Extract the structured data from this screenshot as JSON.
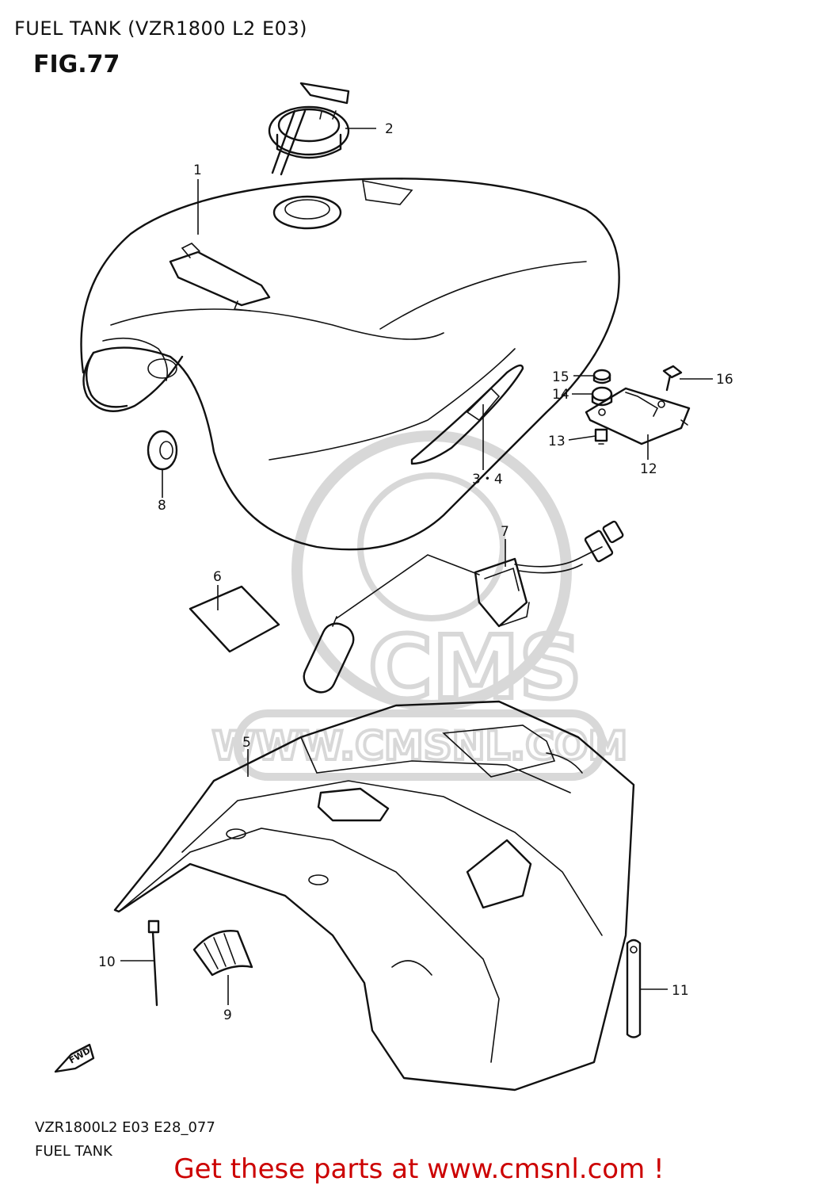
{
  "header": {
    "title": "FUEL TANK (VZR1800 L2 E03)",
    "fig": "FIG.77"
  },
  "footer": {
    "code": "VZR1800L2 E03 E28_077",
    "subtitle": "FUEL TANK",
    "promo": "Get these parts at www.cmsnl.com !"
  },
  "watermark": {
    "brand": "CMS",
    "url": "WWW.CMSNL.COM"
  },
  "fwd_label": "FWD",
  "callouts": [
    "1",
    "2",
    "3・4",
    "5",
    "6",
    "7",
    "8",
    "9",
    "10",
    "11",
    "12",
    "13",
    "14",
    "15",
    "16"
  ],
  "colors": {
    "ink": "#111111",
    "promo": "#cc0000",
    "watermark": "#d8d8d8"
  }
}
